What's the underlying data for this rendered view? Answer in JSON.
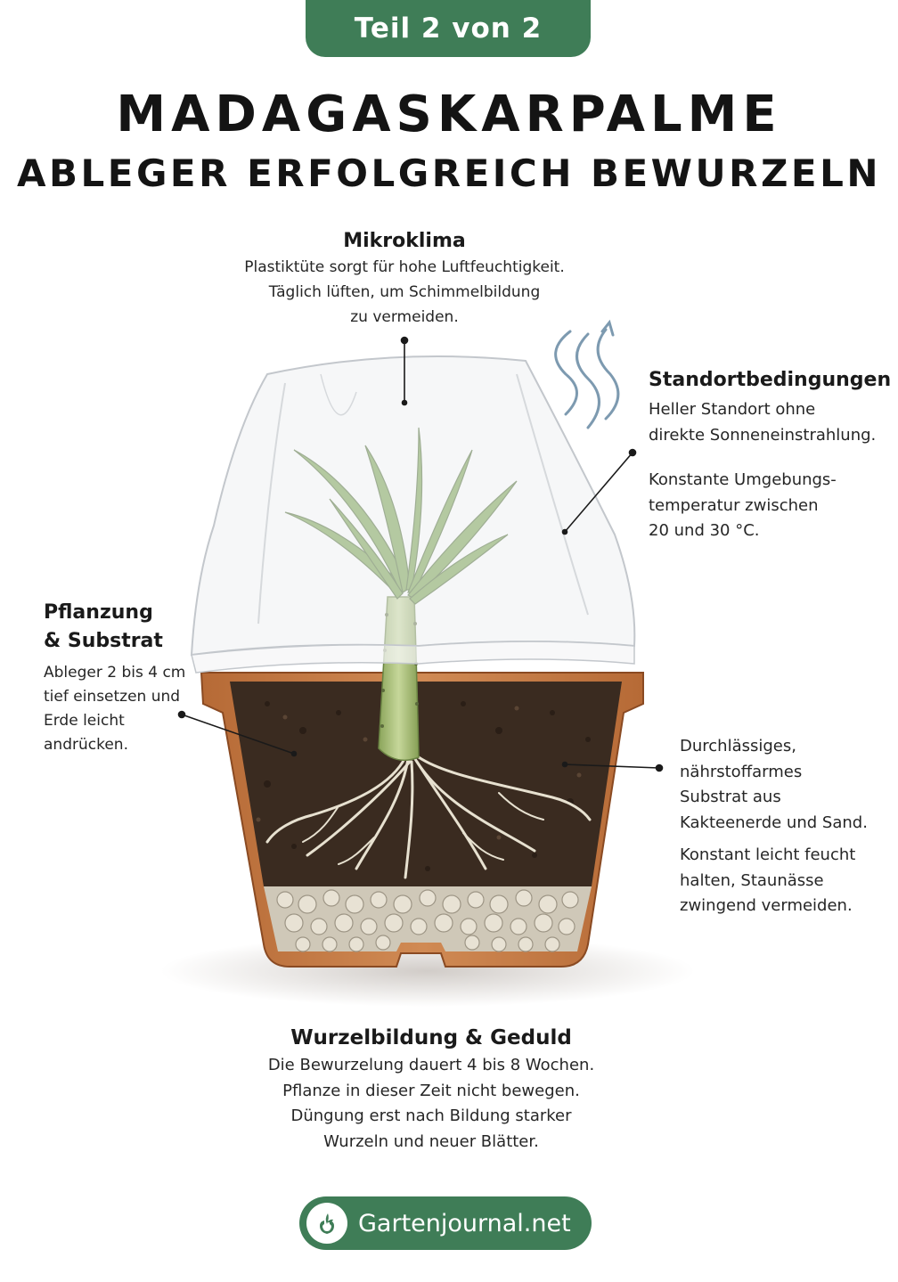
{
  "header": {
    "part_label": "Teil 2 von 2",
    "title_line1": "MADAGASKARPALME",
    "title_line2": "ABLEGER ERFOLGREICH BEWURZELN"
  },
  "sections": {
    "mikroklima": {
      "title": "Mikroklima",
      "lines": [
        "Plastiktüte sorgt für hohe Luftfeuchtigkeit.",
        "Täglich lüften, um Schimmelbildung",
        "zu vermeiden."
      ]
    },
    "standort": {
      "title": "Standortbedingungen",
      "lines": [
        "Heller Standort ohne",
        "direkte Sonneneinstrahlung.",
        "",
        "Konstante Umgebungs-",
        "temperatur zwischen",
        "20 und 30 °C."
      ]
    },
    "pflanzung": {
      "title_lines": [
        "Pflanzung",
        "& Substrat"
      ],
      "lines": [
        "Ableger 2 bis 4 cm",
        "tief einsetzen und",
        "Erde leicht",
        "andrücken."
      ]
    },
    "substrat": {
      "lines": [
        "Durchlässiges,",
        "nährstoffarmes",
        "Substrat aus",
        "Kakteenerde und Sand."
      ],
      "lines2": [
        "Konstant leicht feucht",
        "halten, Staunässe",
        "zwingend vermeiden."
      ]
    },
    "wurzel": {
      "title": "Wurzelbildung & Geduld",
      "lines": [
        "Die Bewurzelung dauert 4 bis 8 Wochen.",
        "Pflanze in dieser Zeit nicht bewegen.",
        "Düngung erst nach Bildung starker",
        "Wurzeln und neuer Blätter."
      ]
    }
  },
  "footer": {
    "brand": "Gartenjournal.net"
  },
  "icons": {
    "logo": "plant-logo-icon",
    "air": "air-flow-icon"
  },
  "colors": {
    "accent": "#3f7d57",
    "pot": "#c77a44",
    "soil": "#3b2c22",
    "leaf": "#6e9a3e"
  }
}
